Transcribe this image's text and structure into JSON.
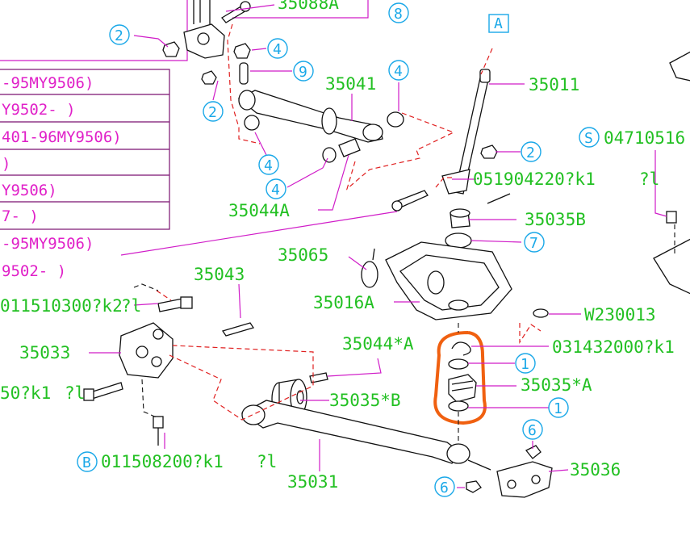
{
  "callouts": {
    "c35088A": "35088A",
    "c35041": "35041",
    "c35011": "35011",
    "c35044A": "35044A",
    "c051904220": "051904220?k1",
    "c051904220_tail": "?l",
    "c35035B": "35035B",
    "c35065": "35065",
    "c35043": "35043",
    "c35016A": "35016A",
    "cW230013": "W230013",
    "c35033": "35033",
    "c35044sA": "35044*A",
    "c031432000": "031432000?k1",
    "c35035sA": "35035*A",
    "c35035sB": "35035*B",
    "c35031": "35031",
    "c35036": "35036",
    "c011510300": "011510300?k2",
    "c011510300_tail": "?l",
    "c_50k1": "50?k1",
    "c_50k1_tail": "?l",
    "c011508200": "011508200?k1",
    "c011508200_tail": "?l",
    "c04710516": "04710516"
  },
  "ref_letters": {
    "A": "A",
    "S": "S",
    "B": "B"
  },
  "ref_numbers": [
    "2",
    "8",
    "4",
    "9",
    "2",
    "4",
    "2",
    "4",
    "4",
    "7",
    "1",
    "1",
    "6",
    "6"
  ],
  "applicability_table": [
    "-95MY9506)",
    "Y9502-     )",
    "401-96MY9506)",
    "         )",
    "Y9506)",
    "7-       )"
  ],
  "applicability_notes": [
    "-95MY9506)",
    "9502-     )"
  ],
  "colors": {
    "label_green": "#22c022",
    "callout_blue": "#1aa8e8",
    "magenta": "#e020c8",
    "dashed_red": "#e02020",
    "highlight_orange": "#f06010"
  }
}
